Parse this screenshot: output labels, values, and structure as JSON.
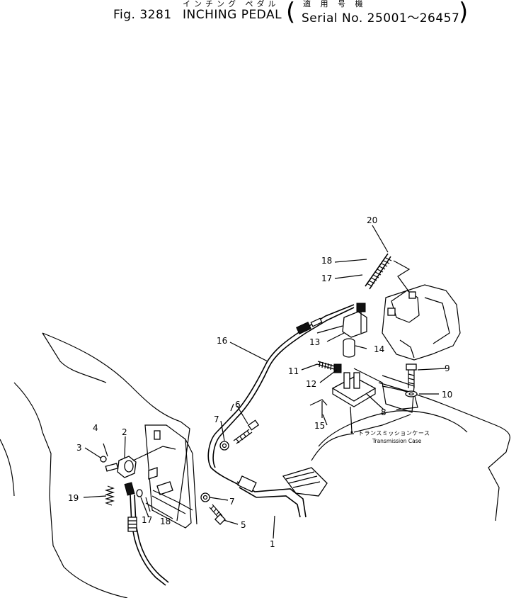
{
  "header": {
    "fig_no": "Fig. 3281",
    "title_jp": "インチング ペダル",
    "title_en": "INCHING PEDAL",
    "serial_jp": "適 用 号 機",
    "serial_en": "Serial No. 25001～26457"
  },
  "callouts": [
    {
      "id": "p20",
      "text": "20"
    },
    {
      "id": "p18a",
      "text": "18"
    },
    {
      "id": "p17a",
      "text": "17"
    },
    {
      "id": "p16",
      "text": "16"
    },
    {
      "id": "p13",
      "text": "13"
    },
    {
      "id": "p14",
      "text": "14"
    },
    {
      "id": "p11",
      "text": "11"
    },
    {
      "id": "p12",
      "text": "12"
    },
    {
      "id": "p9",
      "text": "9"
    },
    {
      "id": "p10",
      "text": "10"
    },
    {
      "id": "p8",
      "text": "8"
    },
    {
      "id": "p15",
      "text": "15"
    },
    {
      "id": "p6",
      "text": "6"
    },
    {
      "id": "p7a",
      "text": "7"
    },
    {
      "id": "p4",
      "text": "4"
    },
    {
      "id": "p2",
      "text": "2"
    },
    {
      "id": "p3",
      "text": "3"
    },
    {
      "id": "p19",
      "text": "19"
    },
    {
      "id": "p17b",
      "text": "17"
    },
    {
      "id": "p18b",
      "text": "18"
    },
    {
      "id": "p7b",
      "text": "7"
    },
    {
      "id": "p5",
      "text": "5"
    },
    {
      "id": "p1",
      "text": "1"
    }
  ],
  "labels": {
    "transmission_jp": "トランスミッションケース",
    "transmission_en": "Transmission Case"
  }
}
